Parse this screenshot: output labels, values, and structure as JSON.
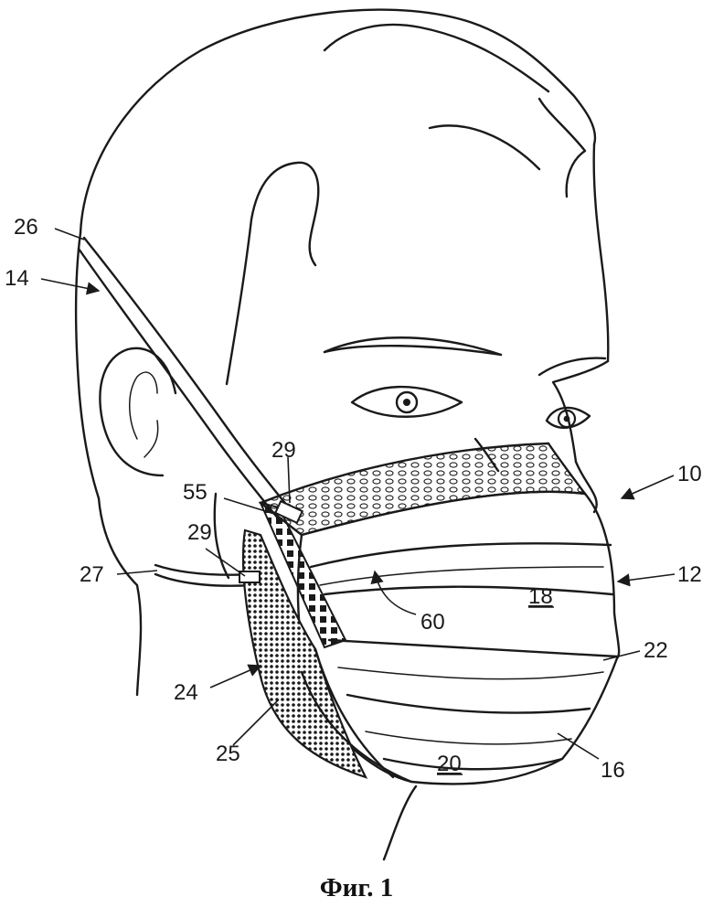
{
  "caption": "Фиг. 1",
  "labels": {
    "l10": "10",
    "l12": "12",
    "l14": "14",
    "l16": "16",
    "l18": "18",
    "l20": "20",
    "l22": "22",
    "l24": "24",
    "l25": "25",
    "l26": "26",
    "l27": "27",
    "l29a": "29",
    "l29b": "29",
    "l55": "55",
    "l60": "60"
  }
}
